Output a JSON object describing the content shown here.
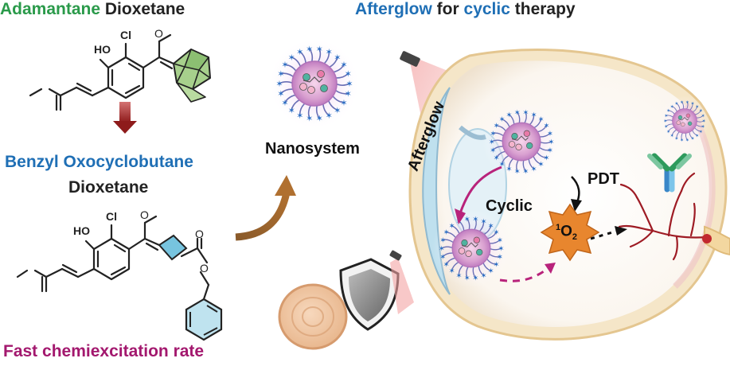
{
  "left_panel": {
    "title_part1": "Adamantane",
    "title_part2": "Dioxetane",
    "mid_title_line1": "Benzyl Oxocyclobutane",
    "mid_title_line2": "Dioxetane",
    "bottom_title": "Fast chemiexcitation rate",
    "colors": {
      "green": "#2a9a4a",
      "blue": "#1f6fb5",
      "magenta": "#a3186e",
      "dark": "#222222"
    }
  },
  "molecule_top": {
    "labels": {
      "ho": "HO",
      "cl": "Cl",
      "o_methoxy": "O"
    }
  },
  "molecule_bottom": {
    "labels": {
      "ho": "HO",
      "cl": "Cl",
      "o_methoxy": "O",
      "o_ester1": "O",
      "o_ester2": "O"
    }
  },
  "center": {
    "nanosystem_label": "Nanosystem"
  },
  "right_panel": {
    "title_part1": "Afterglow",
    "title_part2": "for",
    "title_part3": "cyclic",
    "title_part4": "therapy",
    "afterglow_label": "Afterglow",
    "cyclic_label": "Cyclic",
    "pdt_label": "PDT",
    "singlet_oxygen": {
      "superscript": "1",
      "symbol": "O",
      "subscript": "2"
    }
  }
}
